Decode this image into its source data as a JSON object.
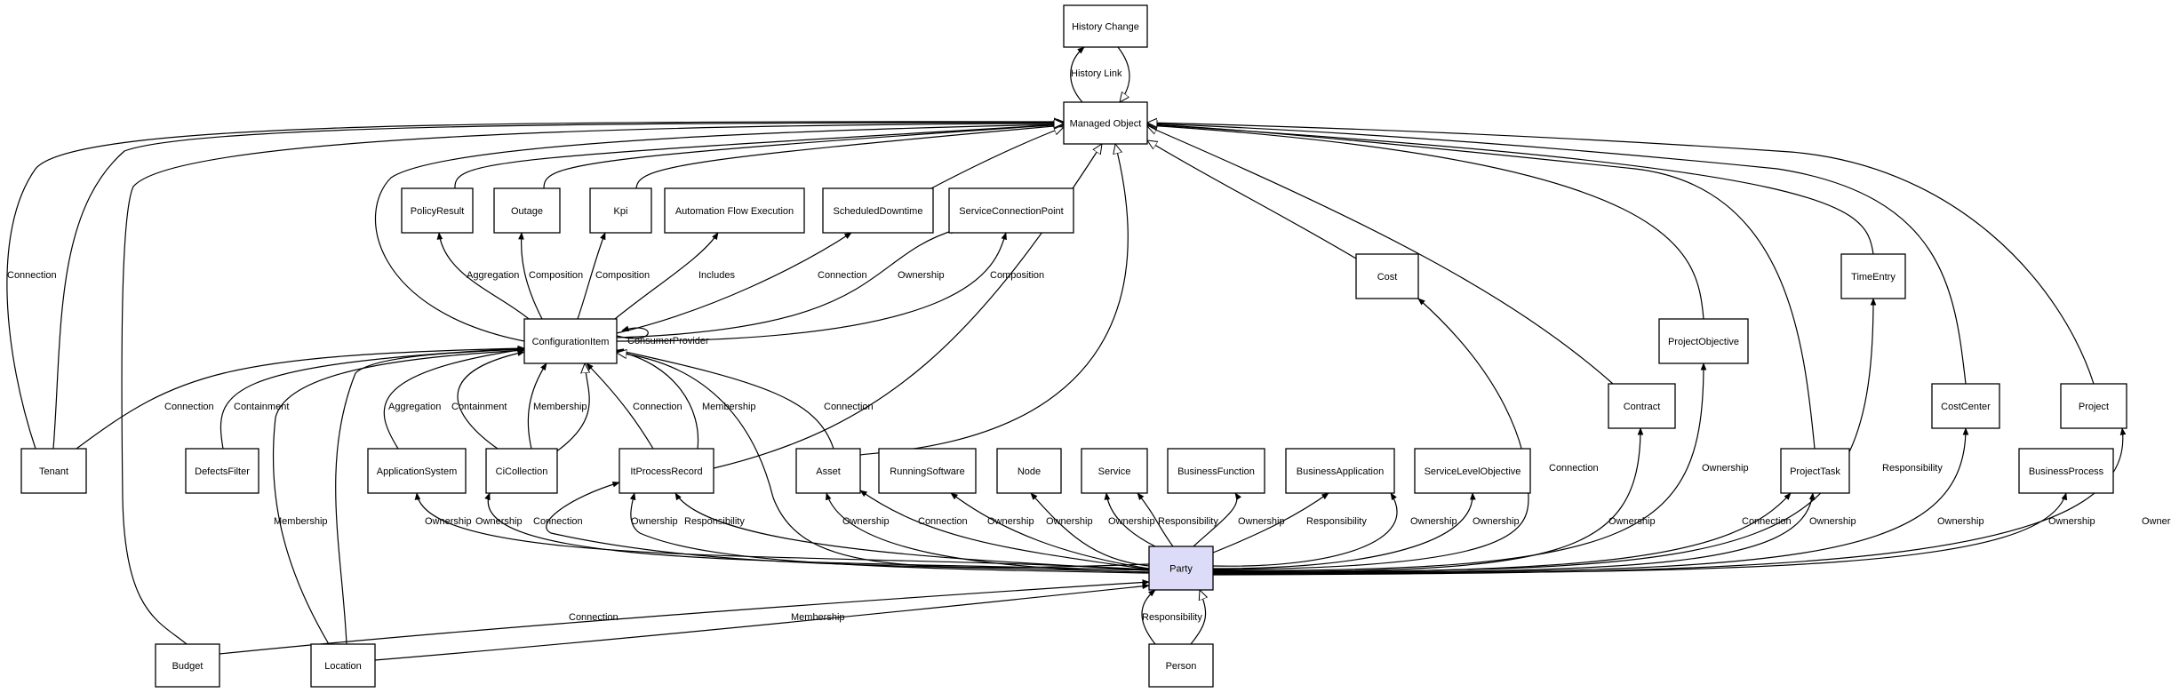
{
  "nodes": [
    {
      "id": "history_change",
      "label": "History Change"
    },
    {
      "id": "managed_object",
      "label": "Managed Object"
    },
    {
      "id": "policy_result",
      "label": "PolicyResult"
    },
    {
      "id": "outage",
      "label": "Outage"
    },
    {
      "id": "kpi",
      "label": "Kpi"
    },
    {
      "id": "automation_flow_execution",
      "label": "Automation Flow Execution"
    },
    {
      "id": "scheduled_downtime",
      "label": "ScheduledDowntime"
    },
    {
      "id": "service_connection_point",
      "label": "ServiceConnectionPoint"
    },
    {
      "id": "configuration_item",
      "label": "ConfigurationItem"
    },
    {
      "id": "cost",
      "label": "Cost"
    },
    {
      "id": "time_entry",
      "label": "TimeEntry"
    },
    {
      "id": "project_objective",
      "label": "ProjectObjective"
    },
    {
      "id": "tenant",
      "label": "Tenant"
    },
    {
      "id": "defects_filter",
      "label": "DefectsFilter"
    },
    {
      "id": "application_system",
      "label": "ApplicationSystem"
    },
    {
      "id": "ci_collection",
      "label": "CiCollection"
    },
    {
      "id": "it_process_record",
      "label": "ItProcessRecord"
    },
    {
      "id": "asset",
      "label": "Asset"
    },
    {
      "id": "running_software",
      "label": "RunningSoftware"
    },
    {
      "id": "node",
      "label": "Node"
    },
    {
      "id": "service",
      "label": "Service"
    },
    {
      "id": "business_function",
      "label": "BusinessFunction"
    },
    {
      "id": "business_application",
      "label": "BusinessApplication"
    },
    {
      "id": "service_level_objective",
      "label": "ServiceLevelObjective"
    },
    {
      "id": "contract",
      "label": "Contract"
    },
    {
      "id": "project_task",
      "label": "ProjectTask"
    },
    {
      "id": "cost_center",
      "label": "CostCenter"
    },
    {
      "id": "project",
      "label": "Project"
    },
    {
      "id": "business_process",
      "label": "BusinessProcess"
    },
    {
      "id": "party",
      "label": "Party"
    },
    {
      "id": "budget",
      "label": "Budget"
    },
    {
      "id": "location",
      "label": "Location"
    },
    {
      "id": "person",
      "label": "Person"
    }
  ],
  "edges": [
    {
      "id": "history_link",
      "from": "managed_object",
      "to": "history_change",
      "label": "History Link",
      "arrow": "filled"
    },
    {
      "id": "history_inherit",
      "from": "history_change",
      "to": "managed_object",
      "label": "",
      "arrow": "hollow"
    },
    {
      "id": "policy_inherit",
      "from": "policy_result",
      "to": "managed_object",
      "label": "",
      "arrow": "hollow"
    },
    {
      "id": "outage_inherit",
      "from": "outage",
      "to": "managed_object",
      "label": "",
      "arrow": "hollow"
    },
    {
      "id": "kpi_inherit",
      "from": "kpi",
      "to": "managed_object",
      "label": "",
      "arrow": "hollow"
    },
    {
      "id": "sched_inherit",
      "from": "scheduled_downtime",
      "to": "managed_object",
      "label": "",
      "arrow": "hollow"
    },
    {
      "id": "ci_inherit",
      "from": "configuration_item",
      "to": "managed_object",
      "label": "",
      "arrow": "hollow"
    },
    {
      "id": "tenant_inherit",
      "from": "tenant",
      "to": "managed_object",
      "label": "",
      "arrow": "hollow"
    },
    {
      "id": "tenant_connection",
      "from": "tenant",
      "to": "managed_object",
      "label": "Connection",
      "arrow": "filled"
    },
    {
      "id": "budget_inherit",
      "from": "budget",
      "to": "managed_object",
      "label": "",
      "arrow": "hollow"
    },
    {
      "id": "itpr_inherit",
      "from": "it_process_record",
      "to": "managed_object",
      "label": "",
      "arrow": "hollow"
    },
    {
      "id": "asset_inherit",
      "from": "asset",
      "to": "managed_object",
      "label": "",
      "arrow": "hollow"
    },
    {
      "id": "cost_inherit",
      "from": "cost",
      "to": "managed_object",
      "label": "",
      "arrow": "hollow"
    },
    {
      "id": "contract_inherit",
      "from": "contract",
      "to": "managed_object",
      "label": "",
      "arrow": "hollow"
    },
    {
      "id": "projobj_inherit",
      "from": "project_objective",
      "to": "managed_object",
      "label": "",
      "arrow": "hollow"
    },
    {
      "id": "projtask_inherit",
      "from": "project_task",
      "to": "managed_object",
      "label": "",
      "arrow": "hollow"
    },
    {
      "id": "timeentry_inherit",
      "from": "time_entry",
      "to": "managed_object",
      "label": "",
      "arrow": "hollow"
    },
    {
      "id": "costcenter_inherit",
      "from": "cost_center",
      "to": "managed_object",
      "label": "",
      "arrow": "hollow"
    },
    {
      "id": "project_inherit",
      "from": "project",
      "to": "managed_object",
      "label": "",
      "arrow": "hollow"
    },
    {
      "id": "ci_aggregation_policy",
      "from": "configuration_item",
      "to": "policy_result",
      "label": "Aggregation",
      "arrow": "filled"
    },
    {
      "id": "ci_composition_outage",
      "from": "configuration_item",
      "to": "outage",
      "label": "Composition",
      "arrow": "filled"
    },
    {
      "id": "ci_composition_kpi",
      "from": "configuration_item",
      "to": "kpi",
      "label": "Composition",
      "arrow": "filled"
    },
    {
      "id": "ci_includes",
      "from": "configuration_item",
      "to": "automation_flow_execution",
      "label": "Includes",
      "arrow": "filled"
    },
    {
      "id": "ci_connection_sched",
      "from": "configuration_item",
      "to": "scheduled_downtime",
      "label": "Connection",
      "arrow": "filled"
    },
    {
      "id": "ci_ownership_scp",
      "from": "configuration_item",
      "to": "service_connection_point",
      "label": "Ownership",
      "arrow": "filled"
    },
    {
      "id": "ci_composition_scp",
      "from": "configuration_item",
      "to": "service_connection_point",
      "label": "Composition",
      "arrow": "filled"
    },
    {
      "id": "ci_consumer_provider",
      "from": "configuration_item",
      "to": "configuration_item",
      "label": "ConsumerProvider",
      "arrow": "filled"
    },
    {
      "id": "tenant_connection_ci",
      "from": "tenant",
      "to": "configuration_item",
      "label": "Connection",
      "arrow": "filled"
    },
    {
      "id": "defects_containment",
      "from": "defects_filter",
      "to": "configuration_item",
      "label": "Containment",
      "arrow": "filled"
    },
    {
      "id": "appsys_aggregation",
      "from": "application_system",
      "to": "configuration_item",
      "label": "Aggregation",
      "arrow": "filled"
    },
    {
      "id": "cicoll_containment",
      "from": "ci_collection",
      "to": "configuration_item",
      "label": "Containment",
      "arrow": "filled"
    },
    {
      "id": "cicoll_membership",
      "from": "ci_collection",
      "to": "configuration_item",
      "label": "Membership",
      "arrow": "filled"
    },
    {
      "id": "cicoll_inherit",
      "from": "ci_collection",
      "to": "configuration_item",
      "label": "",
      "arrow": "hollow"
    },
    {
      "id": "itpr_connection_ci",
      "from": "it_process_record",
      "to": "configuration_item",
      "label": "Connection",
      "arrow": "filled"
    },
    {
      "id": "itpr_membership_ci",
      "from": "it_process_record",
      "to": "configuration_item",
      "label": "Membership",
      "arrow": "filled"
    },
    {
      "id": "asset_connection_ci",
      "from": "asset",
      "to": "configuration_item",
      "label": "Connection",
      "arrow": "filled"
    },
    {
      "id": "location_membership_ci",
      "from": "location",
      "to": "configuration_item",
      "label": "Membership",
      "arrow": "filled"
    },
    {
      "id": "location_inherit_ci",
      "from": "location",
      "to": "configuration_item",
      "label": "",
      "arrow": "filled"
    },
    {
      "id": "party_inherit_ci",
      "from": "party",
      "to": "configuration_item",
      "label": "",
      "arrow": "hollow"
    },
    {
      "id": "party_own_appsys",
      "from": "party",
      "to": "application_system",
      "label": "Ownership",
      "arrow": "filled"
    },
    {
      "id": "party_own_cicoll",
      "from": "party",
      "to": "ci_collection",
      "label": "Ownership",
      "arrow": "filled"
    },
    {
      "id": "party_conn_itpr",
      "from": "party",
      "to": "it_process_record",
      "label": "Connection",
      "arrow": "filled"
    },
    {
      "id": "party_own_itpr",
      "from": "party",
      "to": "it_process_record",
      "label": "Ownership",
      "arrow": "filled"
    },
    {
      "id": "party_resp_itpr",
      "from": "party",
      "to": "it_process_record",
      "label": "Responsibility",
      "arrow": "filled"
    },
    {
      "id": "party_own_asset",
      "from": "party",
      "to": "asset",
      "label": "Ownership",
      "arrow": "filled"
    },
    {
      "id": "party_conn_asset",
      "from": "party",
      "to": "asset",
      "label": "Connection",
      "arrow": "filled"
    },
    {
      "id": "party_own_running",
      "from": "party",
      "to": "running_software",
      "label": "Ownership",
      "arrow": "filled"
    },
    {
      "id": "party_own_node",
      "from": "party",
      "to": "node",
      "label": "Ownership",
      "arrow": "filled"
    },
    {
      "id": "party_own_service",
      "from": "party",
      "to": "service",
      "label": "Ownership",
      "arrow": "filled"
    },
    {
      "id": "party_resp_service",
      "from": "party",
      "to": "service",
      "label": "Responsibility",
      "arrow": "filled"
    },
    {
      "id": "party_own_bf",
      "from": "party",
      "to": "business_function",
      "label": "Ownership",
      "arrow": "filled"
    },
    {
      "id": "party_resp_ba",
      "from": "party",
      "to": "business_application",
      "label": "Responsibility",
      "arrow": "filled"
    },
    {
      "id": "party_own_ba",
      "from": "party",
      "to": "business_application",
      "label": "Ownership",
      "arrow": "filled"
    },
    {
      "id": "party_own_slo",
      "from": "party",
      "to": "service_level_objective",
      "label": "Ownership",
      "arrow": "filled"
    },
    {
      "id": "party_conn_cost",
      "from": "party",
      "to": "cost",
      "label": "Connection",
      "arrow": "filled"
    },
    {
      "id": "party_own_contract",
      "from": "party",
      "to": "contract",
      "label": "Ownership",
      "arrow": "filled"
    },
    {
      "id": "party_own_projobj",
      "from": "party",
      "to": "project_objective",
      "label": "Ownership",
      "arrow": "filled"
    },
    {
      "id": "party_conn_projtask",
      "from": "party",
      "to": "project_task",
      "label": "Connection",
      "arrow": "filled"
    },
    {
      "id": "party_own_projtask",
      "from": "party",
      "to": "project_task",
      "label": "Ownership",
      "arrow": "filled"
    },
    {
      "id": "party_resp_timeentry",
      "from": "party",
      "to": "time_entry",
      "label": "Responsibility",
      "arrow": "filled"
    },
    {
      "id": "party_own_costcenter",
      "from": "party",
      "to": "cost_center",
      "label": "Ownership",
      "arrow": "filled"
    },
    {
      "id": "party_own_bp",
      "from": "party",
      "to": "business_process",
      "label": "Ownership",
      "arrow": "filled"
    },
    {
      "id": "party_own_project",
      "from": "party",
      "to": "project",
      "label": "Ownership",
      "arrow": "filled"
    },
    {
      "id": "budget_conn_party",
      "from": "budget",
      "to": "party",
      "label": "Connection",
      "arrow": "filled"
    },
    {
      "id": "location_memb_party",
      "from": "location",
      "to": "party",
      "label": "Membership",
      "arrow": "filled"
    },
    {
      "id": "person_resp_party",
      "from": "person",
      "to": "party",
      "label": "Responsibility",
      "arrow": "filled"
    },
    {
      "id": "person_inherit_party",
      "from": "person",
      "to": "party",
      "label": "",
      "arrow": "hollow"
    }
  ]
}
